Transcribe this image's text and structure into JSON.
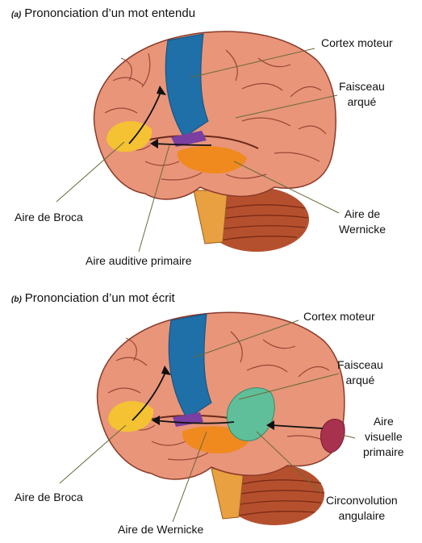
{
  "panels": [
    {
      "letter": "(a)",
      "title": "Prononciation d’un mot entendu",
      "labels": {
        "motor_cortex": "Cortex moteur",
        "arcuate_fasciculus": [
          "Faisceau",
          "arqué"
        ],
        "broca": "Aire de Broca",
        "primary_auditory": "Aire auditive primaire",
        "wernicke": [
          "Aire de",
          "Wernicke"
        ]
      }
    },
    {
      "letter": "(b)",
      "title": "Prononciation d’un mot écrit",
      "labels": {
        "motor_cortex": "Cortex moteur",
        "arcuate_fasciculus": [
          "Faisceau",
          "arqué"
        ],
        "primary_visual": [
          "Aire",
          "visuelle",
          "primaire"
        ],
        "broca": "Aire de Broca",
        "wernicke": "Aire de Wernicke",
        "angular_gyrus": [
          "Circonvolution",
          "angulaire"
        ]
      }
    }
  ],
  "colors": {
    "cortex": "#e8957a",
    "sulcus": "#8a3a2a",
    "motor": "#1f6fa8",
    "broca": "#f4c232",
    "wernicke": "#f08a1e",
    "auditory": "#7a3fa0",
    "angular": "#5fbf9a",
    "visual": "#a8324e",
    "cerebellum": "#b5502e",
    "brainstem": "#e8a040"
  }
}
